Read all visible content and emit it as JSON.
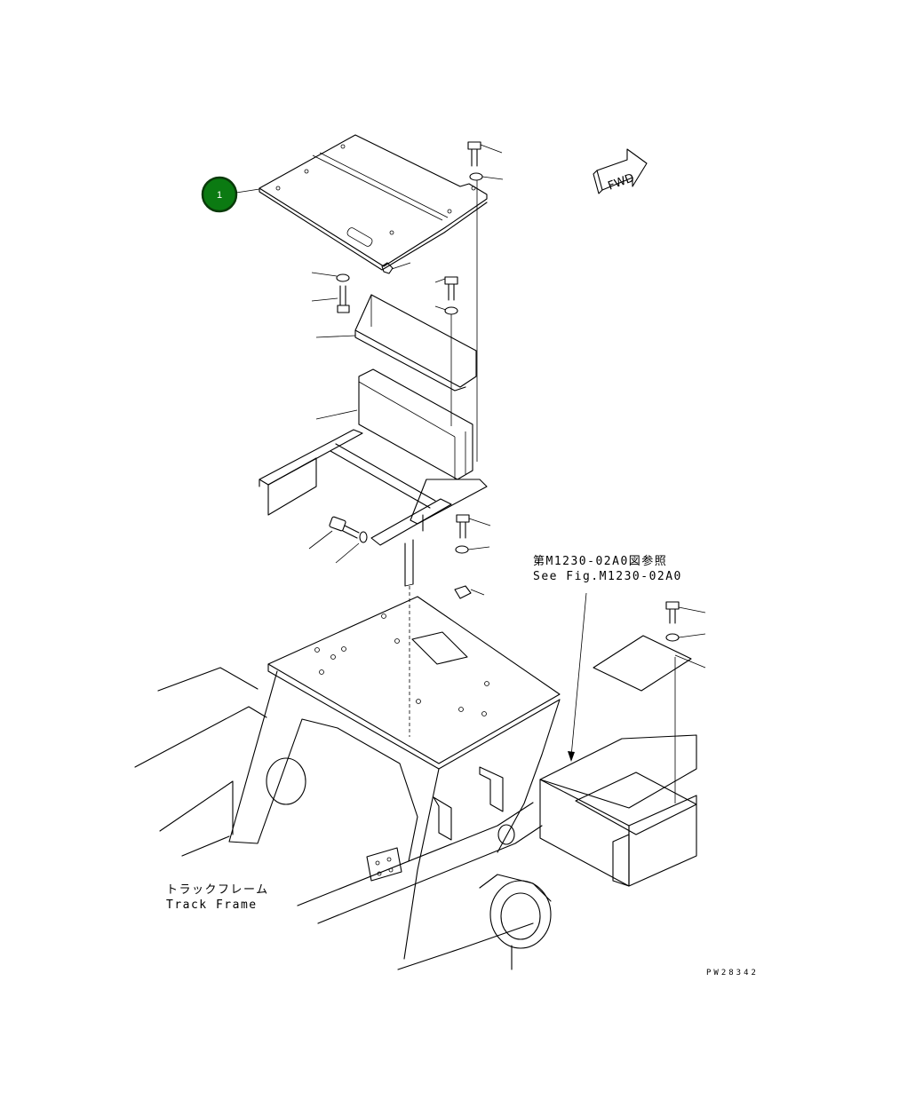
{
  "callout": {
    "number": "1",
    "color": "#0b7a12",
    "ring_color": "#0a3a0a"
  },
  "direction_arrow": {
    "label": "FWD"
  },
  "reference_note": {
    "line_jp": "第M1230-02A0図参照",
    "line_en": "See Fig.M1230-02A0"
  },
  "frame_label": {
    "line_jp": "トラックフレーム",
    "line_en": "Track Frame"
  },
  "drawing_code": "PW28342"
}
